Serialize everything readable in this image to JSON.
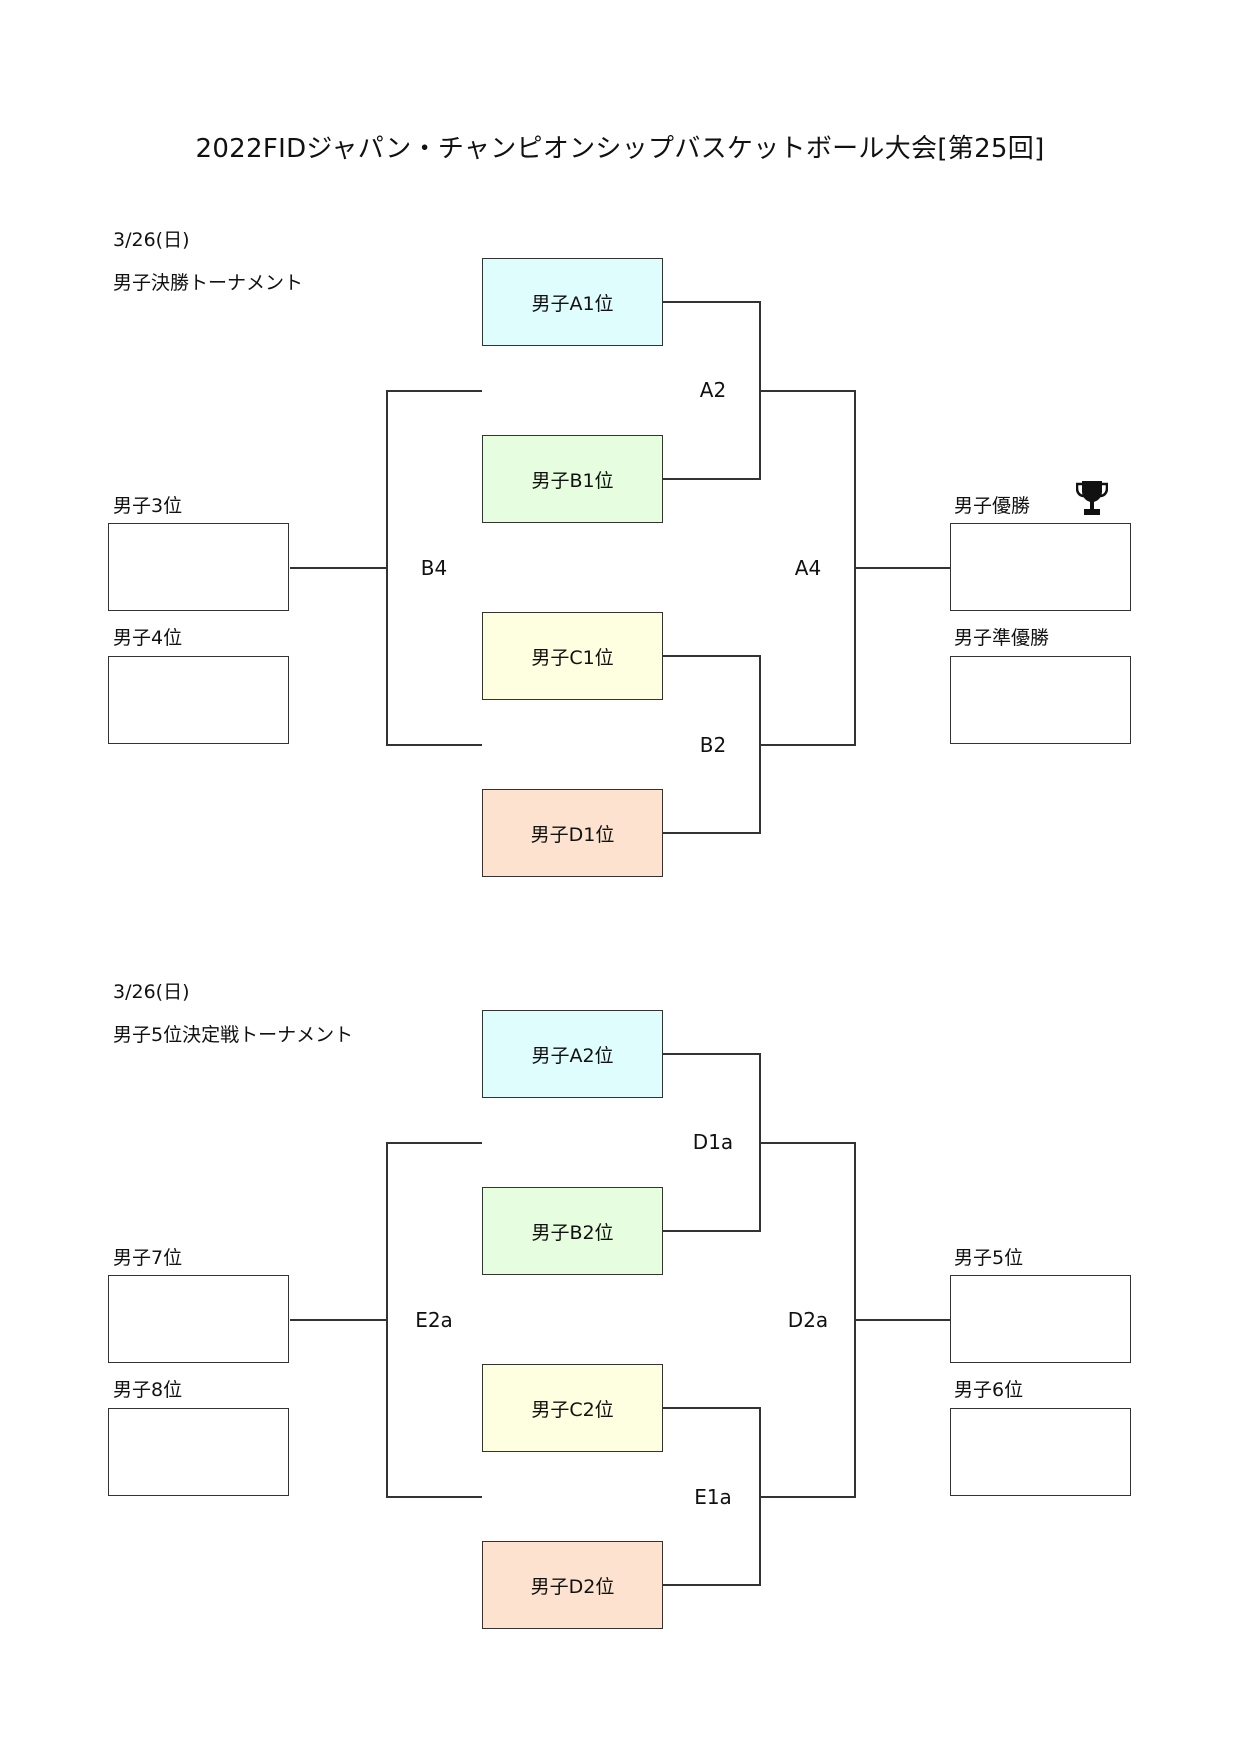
{
  "title": "2022FIDジャパン・チャンピオンシップバスケットボール大会[第25回]",
  "colors": {
    "team_a": "#e0fdfe",
    "team_b": "#e7fde0",
    "team_c": "#fefee0",
    "team_d": "#fde2cf",
    "line": "#333333"
  },
  "top": {
    "date": "3/26(日)",
    "heading": "男子決勝トーナメント",
    "teams": [
      "男子A1位",
      "男子B1位",
      "男子C1位",
      "男子D1位"
    ],
    "matches": {
      "semi1": "A2",
      "semi2": "B2",
      "final": "A4",
      "third_place": "B4"
    },
    "results": {
      "winner": "男子優勝",
      "runner_up": "男子準優勝",
      "third": "男子3位",
      "fourth": "男子4位"
    },
    "trophy_icon": "trophy-icon"
  },
  "bottom": {
    "date": "3/26(日)",
    "heading": "男子5位決定戦トーナメント",
    "teams": [
      "男子A2位",
      "男子B2位",
      "男子C2位",
      "男子D2位"
    ],
    "matches": {
      "semi1": "D1a",
      "semi2": "E1a",
      "final": "D2a",
      "third_place": "E2a"
    },
    "results": {
      "winner": "男子5位",
      "runner_up": "男子6位",
      "third": "男子7位",
      "fourth": "男子8位"
    }
  }
}
